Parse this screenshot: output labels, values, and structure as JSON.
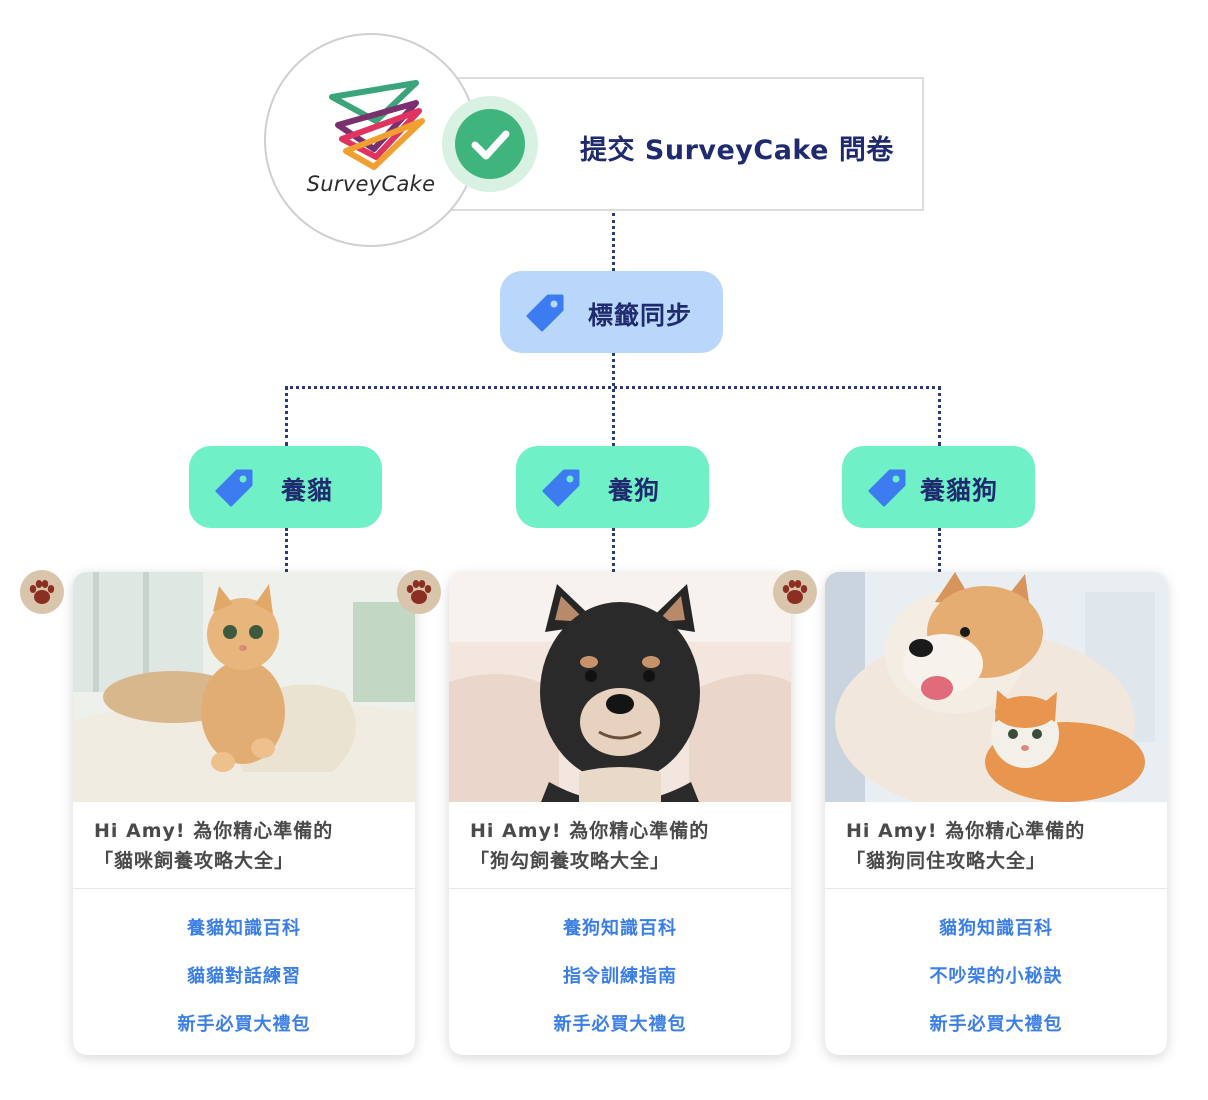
{
  "trigger": {
    "logo_text": "SurveyCake",
    "title": "提交 SurveyCake 問卷",
    "check_color": "#3fb57d"
  },
  "sync": {
    "label": "標籤同步",
    "icon": "tag-icon"
  },
  "tags": [
    {
      "label": "養貓",
      "icon": "tag-icon"
    },
    {
      "label": "養狗",
      "icon": "tag-icon"
    },
    {
      "label": "養貓狗",
      "icon": "tag-icon"
    }
  ],
  "cards": [
    {
      "photo": "cat-photo",
      "greeting_line1": "Hi Amy! 為你精心準備的",
      "greeting_line2": "「貓咪飼養攻略大全」",
      "links": [
        "養貓知識百科",
        "貓貓對話練習",
        "新手必買大禮包"
      ]
    },
    {
      "photo": "dog-photo",
      "greeting_line1": "Hi Amy! 為你精心準備的",
      "greeting_line2": "「狗勾飼養攻略大全」",
      "links": [
        "養狗知識百科",
        "指令訓練指南",
        "新手必買大禮包"
      ]
    },
    {
      "photo": "cat-and-dog-photo",
      "greeting_line1": "Hi Amy! 為你精心準備的",
      "greeting_line2": "「貓狗同住攻略大全」",
      "links": [
        "貓狗知識百科",
        "不吵架的小秘訣",
        "新手必買大禮包"
      ]
    }
  ],
  "colors": {
    "connector": "#2c3a78",
    "sync_pill": "#b8d7fb",
    "tag_pill": "#6ff0c6",
    "tag_icon": "#3d7cf0",
    "link": "#3b7fe6",
    "title": "#1f2b6e"
  }
}
